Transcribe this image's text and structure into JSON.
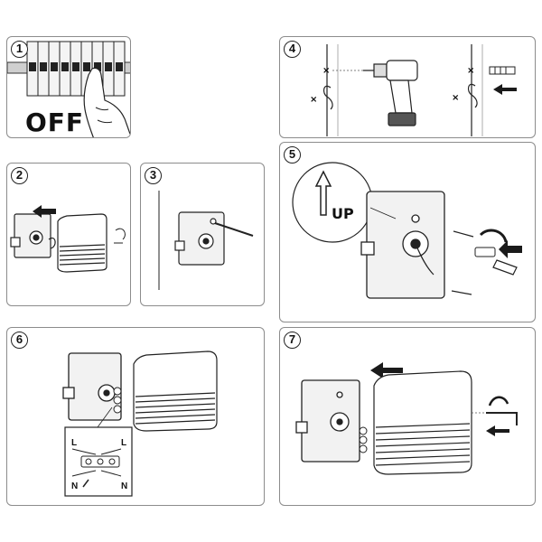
{
  "steps": [
    {
      "number": "1",
      "text": "OFF"
    },
    {
      "number": "2"
    },
    {
      "number": "3"
    },
    {
      "number": "4"
    },
    {
      "number": "5",
      "text": "UP"
    },
    {
      "number": "6",
      "wires": [
        "L",
        "L",
        "N",
        "N"
      ]
    },
    {
      "number": "7"
    }
  ],
  "colors": {
    "stroke": "#2a2a2a",
    "fill": "#f2f2f2",
    "frame": "#8c8c8c",
    "arrow": "#1a1a1a"
  }
}
